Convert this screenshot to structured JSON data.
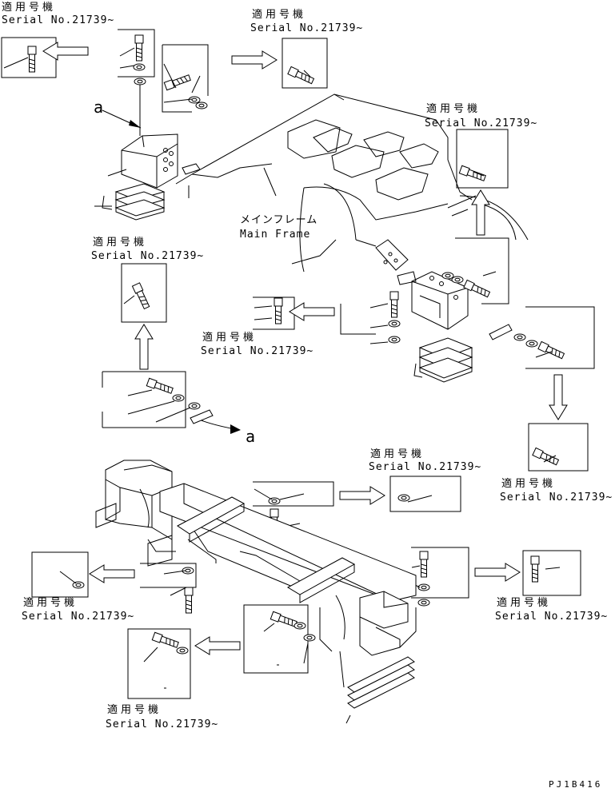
{
  "serial": {
    "applicable_label": "適用号機",
    "serial_text": "Serial No.21739~"
  },
  "main_frame": {
    "label_jp": "メインフレーム",
    "label_en": "Main Frame"
  },
  "reference_letter": "a",
  "drawing_code": "PJ1B416"
}
